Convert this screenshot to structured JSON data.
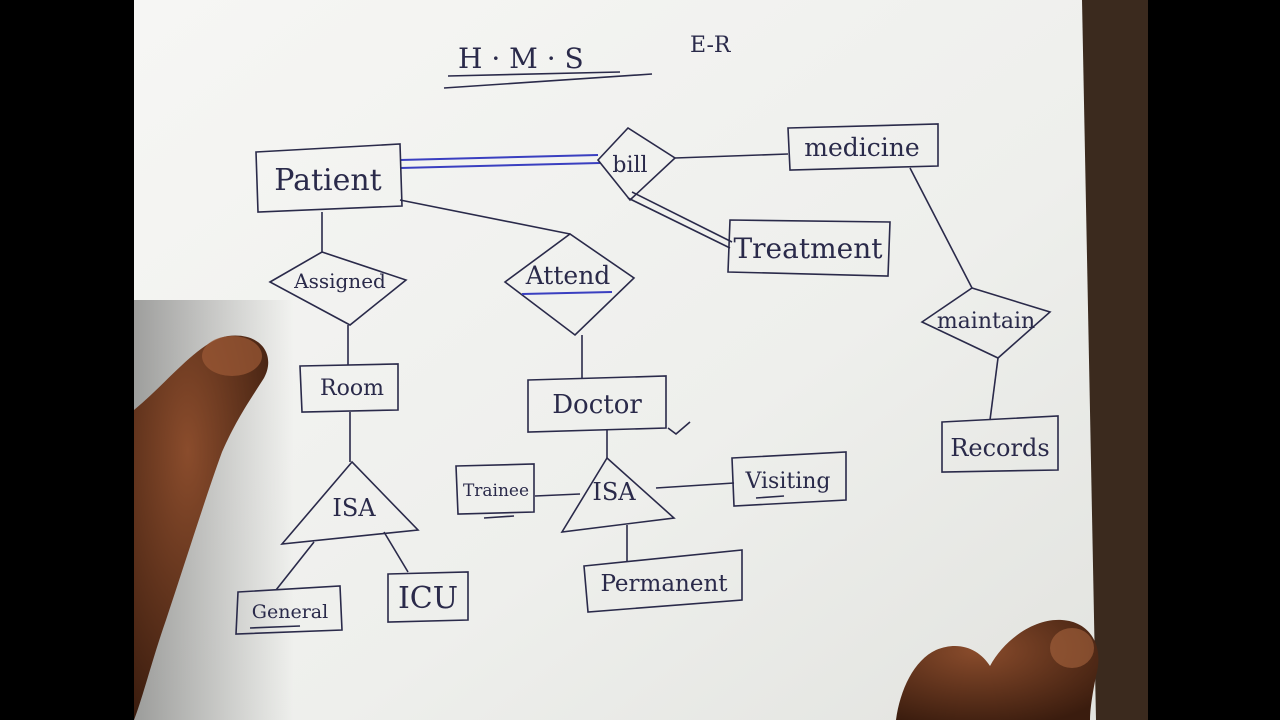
{
  "title": "H · M · S",
  "subtitle": "E-R",
  "entities": {
    "patient": "Patient",
    "medicine": "medicine",
    "treatment": "Treatment",
    "room": "Room",
    "doctor": "Doctor",
    "records": "Records",
    "trainee": "Trainee",
    "visiting": "Visiting",
    "permanent": "Permanent",
    "general": "General",
    "icu": "ICU"
  },
  "relationships": {
    "bill": "bill",
    "assigned": "Assigned",
    "attend": "Attend",
    "maintain": "maintain"
  },
  "generalizations": {
    "room_isa": "ISA",
    "doctor_isa": "ISA"
  },
  "colors": {
    "ink": "#2a2a4a",
    "highlight": "#3a3fc0",
    "paper": "#f2f3f1",
    "background": "#000000",
    "skin": "#6b3a22"
  }
}
